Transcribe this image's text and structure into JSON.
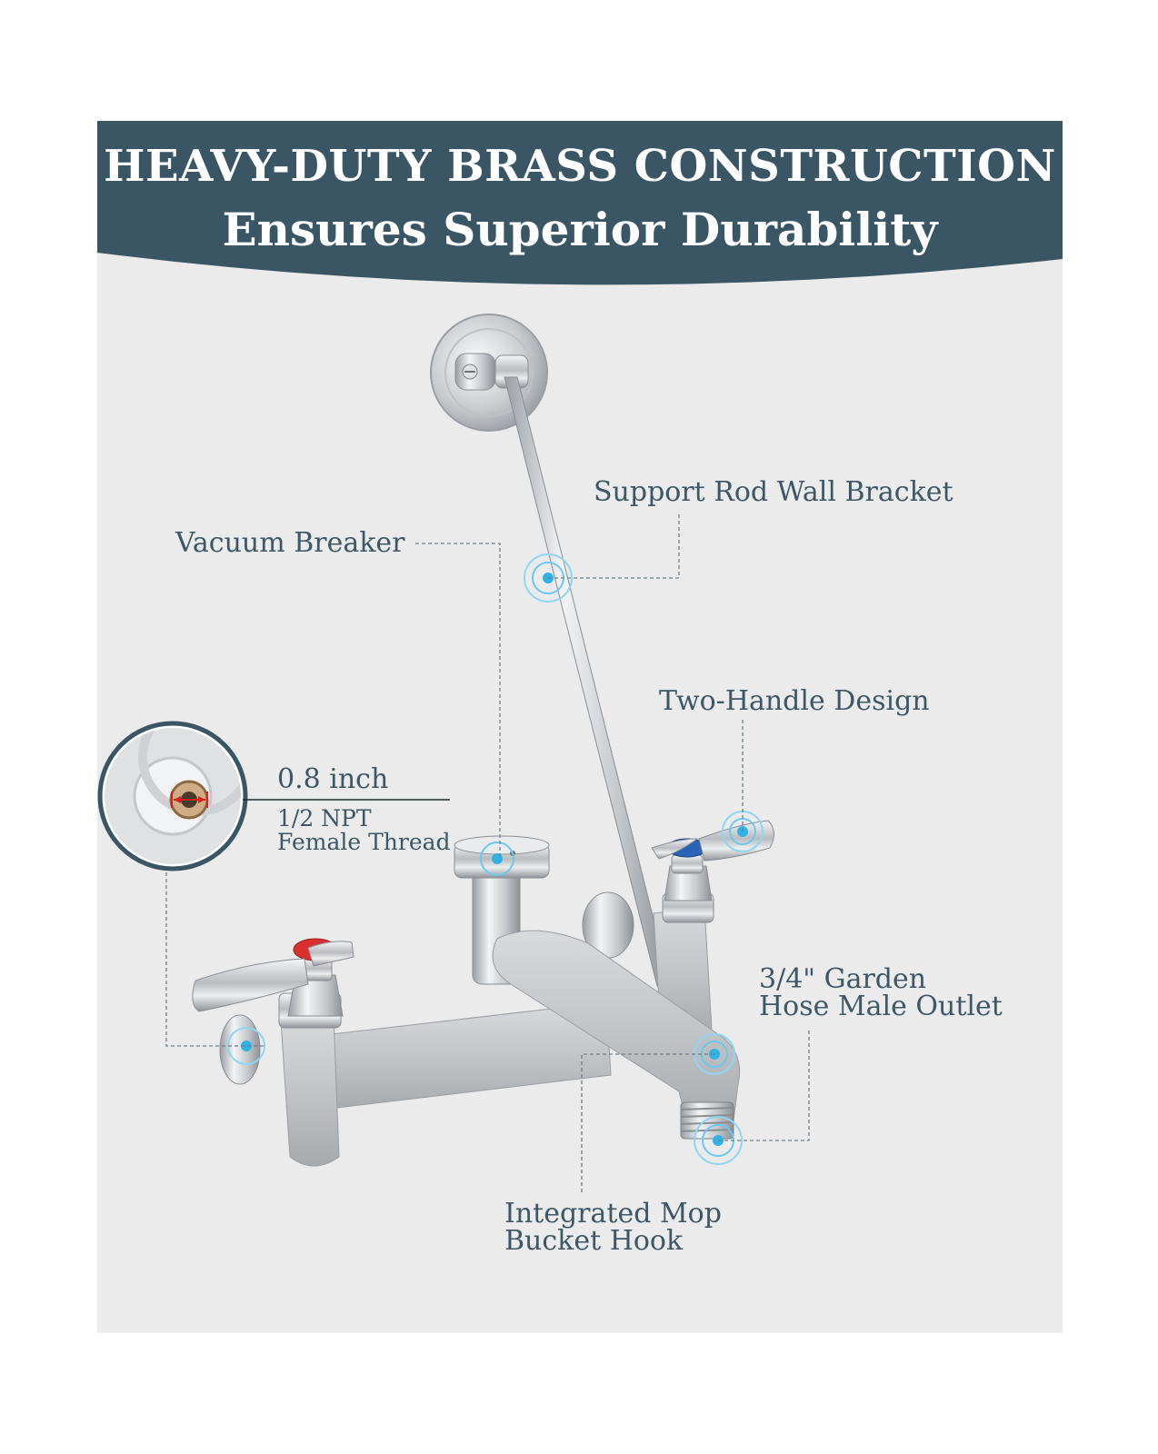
{
  "banner": {
    "line1": "HEAVY-DUTY BRASS CONSTRUCTION",
    "line2": "Ensures Superior Durability",
    "color": "#3a5665"
  },
  "callouts": {
    "support_rod": "Support Rod Wall Bracket",
    "vacuum_breaker": "Vacuum Breaker",
    "two_handle": "Two-Handle Design",
    "garden_hose_line1": "3/4\" Garden",
    "garden_hose_line2": "Hose Male Outlet",
    "mop_hook_line1": "Integrated Mop",
    "mop_hook_line2": "Bucket Hook"
  },
  "inset": {
    "measurement": "0.8 inch",
    "thread_line1": "1/2 NPT",
    "thread_line2": "Female Thread"
  },
  "colors": {
    "panel_background": "#ebebeb",
    "text": "#3d5766",
    "hotspot": "#2eb3e6",
    "hot_handle": "#d93030",
    "cold_handle": "#2a62b8"
  },
  "icons": [
    "hotspot-marker-icon",
    "measurement-arrow-icon"
  ]
}
